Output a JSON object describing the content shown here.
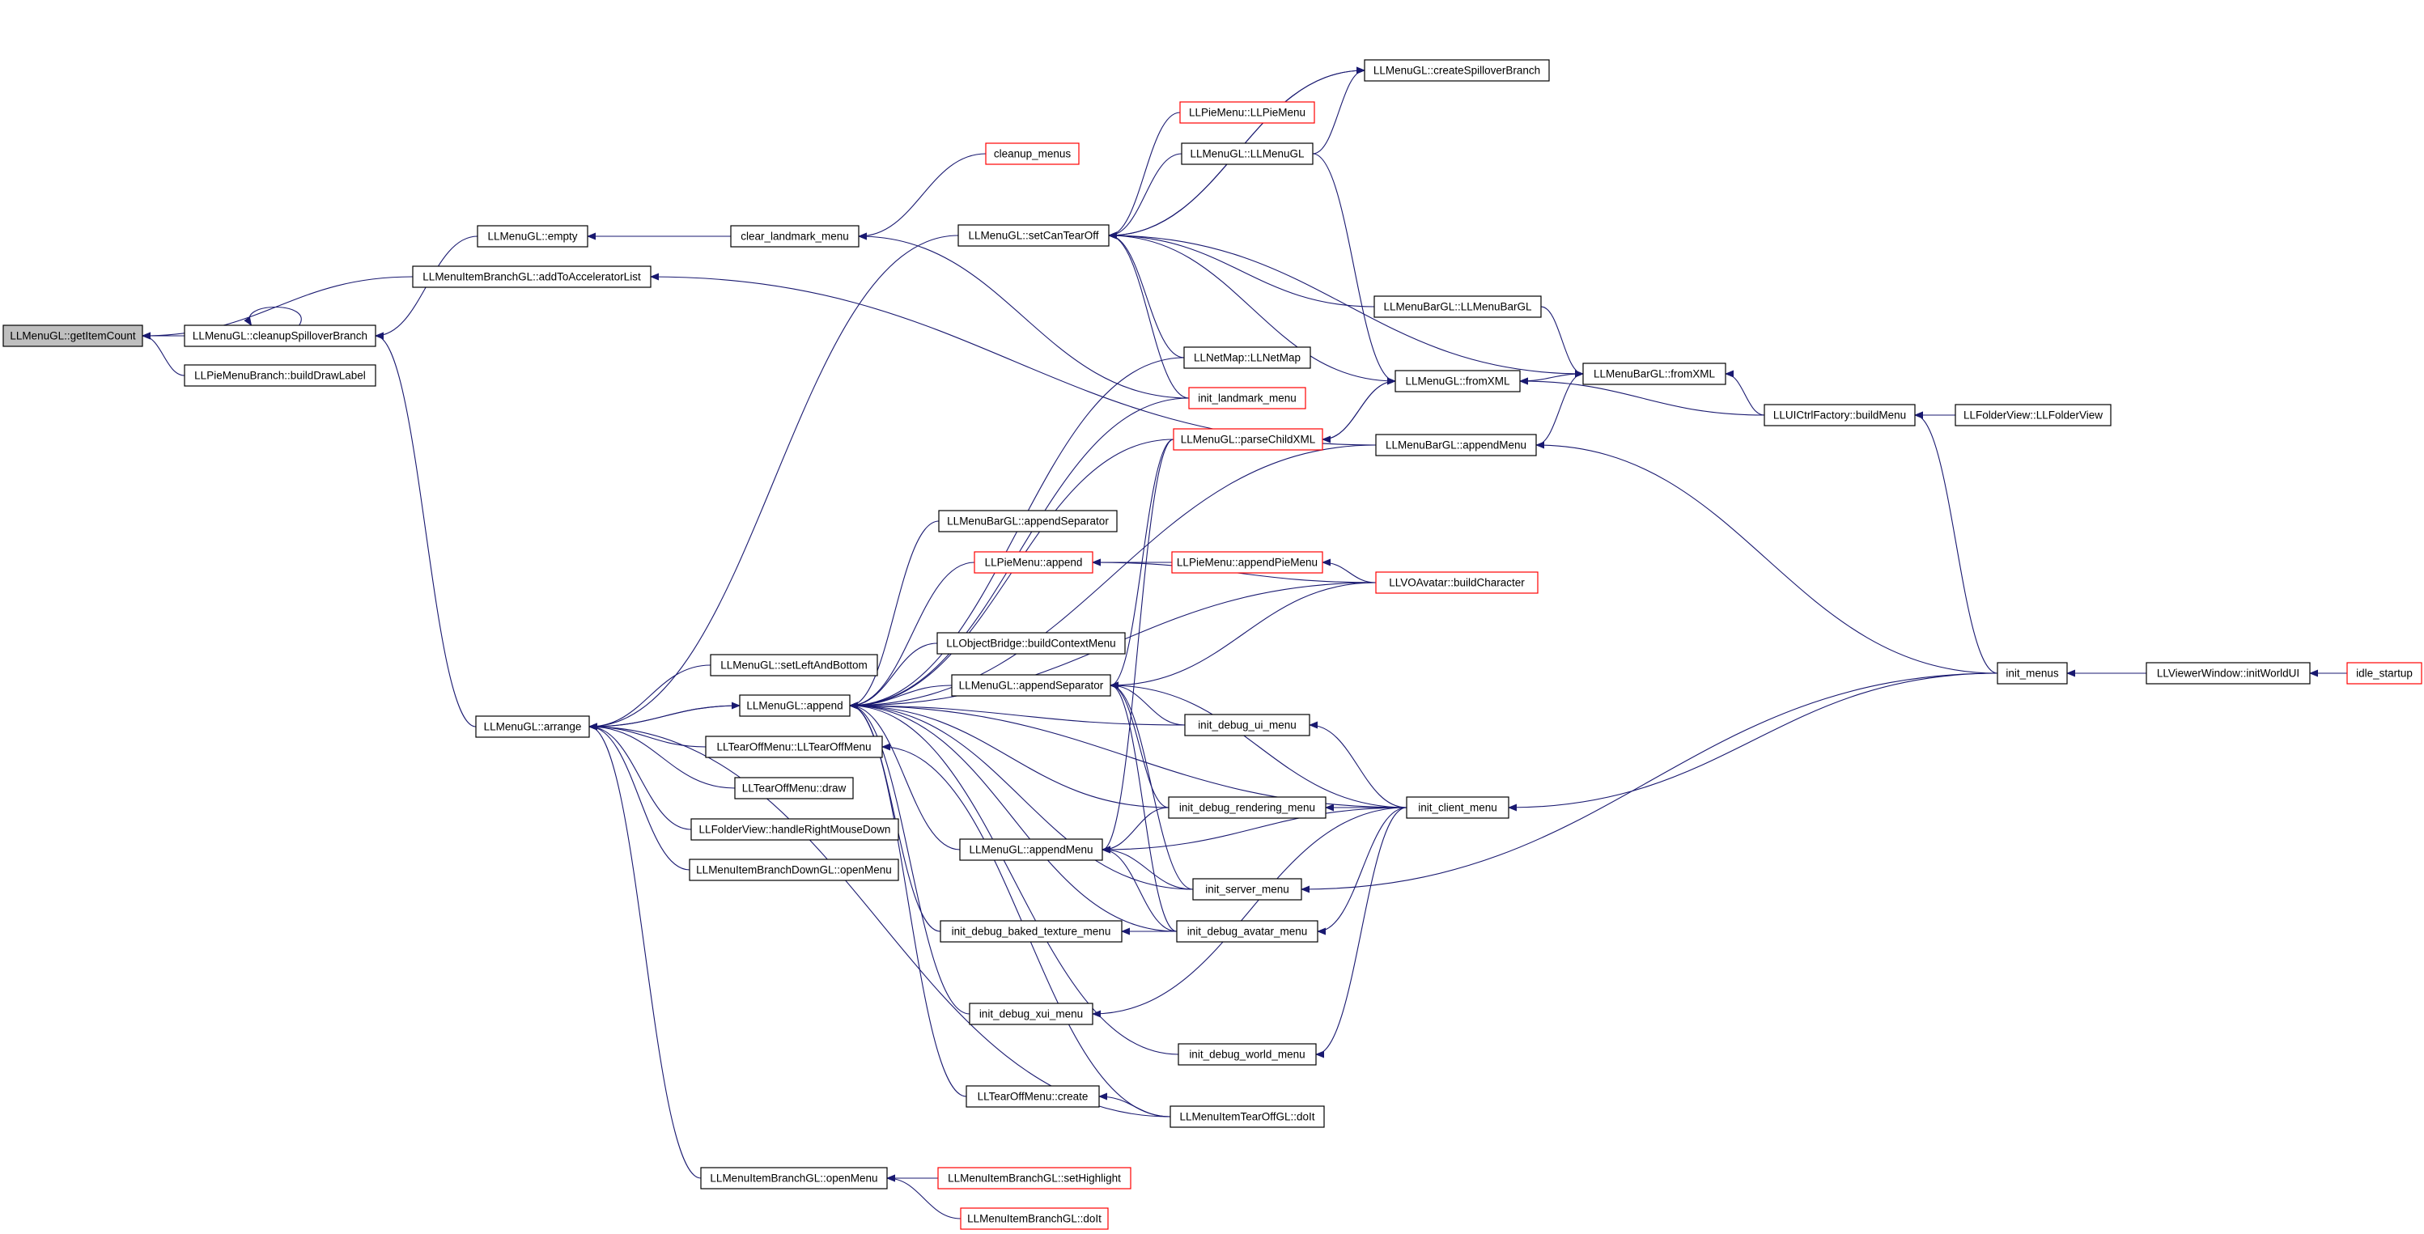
{
  "graph": {
    "edge_color": "#191970",
    "root_fill": "#bfbfbf",
    "external_border": "#ff0000",
    "nodes": [
      {
        "id": "getItemCount",
        "label": "LLMenuGL::getItemCount",
        "root": true
      },
      {
        "id": "cleanupSpilloverBranch",
        "label": "LLMenuGL::cleanupSpilloverBranch"
      },
      {
        "id": "buildDrawLabel",
        "label": "LLPieMenuBranch::buildDrawLabel"
      },
      {
        "id": "addToAcceleratorList",
        "label": "LLMenuItemBranchGL::addToAcceleratorList"
      },
      {
        "id": "empty",
        "label": "LLMenuGL::empty"
      },
      {
        "id": "clear_landmark_menu",
        "label": "clear_landmark_menu"
      },
      {
        "id": "cleanup_menus",
        "label": "cleanup_menus",
        "red": true
      },
      {
        "id": "arrange",
        "label": "LLMenuGL::arrange"
      },
      {
        "id": "setLeftAndBottom",
        "label": "LLMenuGL::setLeftAndBottom"
      },
      {
        "id": "append",
        "label": "LLMenuGL::append"
      },
      {
        "id": "LLTearOffMenu",
        "label": "LLTearOffMenu::LLTearOffMenu"
      },
      {
        "id": "tearoff_draw",
        "label": "LLTearOffMenu::draw"
      },
      {
        "id": "handleRightMouseDown",
        "label": "LLFolderView::handleRightMouseDown"
      },
      {
        "id": "branchDown_openMenu",
        "label": "LLMenuItemBranchDownGL::openMenu"
      },
      {
        "id": "branch_openMenu",
        "label": "LLMenuItemBranchGL::openMenu"
      },
      {
        "id": "setHighlight",
        "label": "LLMenuItemBranchGL::setHighlight",
        "red": true
      },
      {
        "id": "branch_doIt",
        "label": "LLMenuItemBranchGL::doIt",
        "red": true
      },
      {
        "id": "createSpilloverBranch",
        "label": "LLMenuGL::createSpilloverBranch"
      },
      {
        "id": "LLPieMenu_ctor",
        "label": "LLPieMenu::LLPieMenu",
        "red": true
      },
      {
        "id": "LLMenuGL_ctor",
        "label": "LLMenuGL::LLMenuGL"
      },
      {
        "id": "setCanTearOff",
        "label": "LLMenuGL::setCanTearOff"
      },
      {
        "id": "LLNetMap",
        "label": "LLNetMap::LLNetMap"
      },
      {
        "id": "init_landmark_menu",
        "label": "init_landmark_menu",
        "red": true
      },
      {
        "id": "parseChildXML",
        "label": "LLMenuGL::parseChildXML",
        "red": true
      },
      {
        "id": "appendSeparator_bar",
        "label": "LLMenuBarGL::appendSeparator"
      },
      {
        "id": "pie_append",
        "label": "LLPieMenu::append",
        "red": true
      },
      {
        "id": "buildContextMenu",
        "label": "LLObjectBridge::buildContextMenu"
      },
      {
        "id": "appendSeparator",
        "label": "LLMenuGL::appendSeparator"
      },
      {
        "id": "appendMenu",
        "label": "LLMenuGL::appendMenu"
      },
      {
        "id": "init_debug_baked",
        "label": "init_debug_baked_texture_menu"
      },
      {
        "id": "init_debug_xui",
        "label": "init_debug_xui_menu"
      },
      {
        "id": "tearoff_create",
        "label": "LLTearOffMenu::create"
      },
      {
        "id": "appendPieMenu",
        "label": "LLPieMenu::appendPieMenu",
        "red": true
      },
      {
        "id": "init_debug_ui",
        "label": "init_debug_ui_menu"
      },
      {
        "id": "init_debug_rendering",
        "label": "init_debug_rendering_menu"
      },
      {
        "id": "init_server_menu",
        "label": "init_server_menu"
      },
      {
        "id": "init_debug_avatar",
        "label": "init_debug_avatar_menu"
      },
      {
        "id": "init_debug_world",
        "label": "init_debug_world_menu"
      },
      {
        "id": "tearoff_doIt",
        "label": "LLMenuItemTearOffGL::doIt"
      },
      {
        "id": "LLMenuBarGL_ctor",
        "label": "LLMenuBarGL::LLMenuBarGL"
      },
      {
        "id": "fromXML",
        "label": "LLMenuGL::fromXML"
      },
      {
        "id": "bar_appendMenu",
        "label": "LLMenuBarGL::appendMenu"
      },
      {
        "id": "buildCharacter",
        "label": "LLVOAvatar::buildCharacter",
        "red": true
      },
      {
        "id": "init_client_menu",
        "label": "init_client_menu"
      },
      {
        "id": "bar_fromXML",
        "label": "LLMenuBarGL::fromXML"
      },
      {
        "id": "buildMenu",
        "label": "LLUICtrlFactory::buildMenu"
      },
      {
        "id": "LLFolderView",
        "label": "LLFolderView::LLFolderView"
      },
      {
        "id": "init_menus",
        "label": "init_menus"
      },
      {
        "id": "initWorldUI",
        "label": "LLViewerWindow::initWorldUI"
      },
      {
        "id": "idle_startup",
        "label": "idle_startup",
        "red": true
      }
    ],
    "edges": [
      [
        "cleanupSpilloverBranch",
        "getItemCount"
      ],
      [
        "buildDrawLabel",
        "getItemCount"
      ],
      [
        "addToAcceleratorList",
        "getItemCount"
      ],
      [
        "cleanupSpilloverBranch",
        "cleanupSpilloverBranch"
      ],
      [
        "empty",
        "cleanupSpilloverBranch"
      ],
      [
        "arrange",
        "cleanupSpilloverBranch"
      ],
      [
        "clear_landmark_menu",
        "empty"
      ],
      [
        "cleanup_menus",
        "clear_landmark_menu"
      ],
      [
        "init_landmark_menu",
        "clear_landmark_menu"
      ],
      [
        "setLeftAndBottom",
        "arrange"
      ],
      [
        "append",
        "arrange"
      ],
      [
        "LLTearOffMenu",
        "arrange"
      ],
      [
        "tearoff_draw",
        "arrange"
      ],
      [
        "handleRightMouseDown",
        "arrange"
      ],
      [
        "branchDown_openMenu",
        "arrange"
      ],
      [
        "branch_openMenu",
        "arrange"
      ],
      [
        "setCanTearOff",
        "arrange"
      ],
      [
        "tearoff_doIt",
        "arrange"
      ],
      [
        "arrange",
        "append"
      ],
      [
        "LLNetMap",
        "append"
      ],
      [
        "init_landmark_menu",
        "append"
      ],
      [
        "parseChildXML",
        "append"
      ],
      [
        "bar_appendMenu",
        "append"
      ],
      [
        "appendSeparator_bar",
        "append"
      ],
      [
        "pie_append",
        "append"
      ],
      [
        "buildContextMenu",
        "append"
      ],
      [
        "appendSeparator",
        "append"
      ],
      [
        "init_debug_ui",
        "append"
      ],
      [
        "init_client_menu",
        "append"
      ],
      [
        "init_debug_rendering",
        "append"
      ],
      [
        "appendMenu",
        "append"
      ],
      [
        "init_server_menu",
        "append"
      ],
      [
        "init_debug_baked",
        "append"
      ],
      [
        "init_debug_avatar",
        "append"
      ],
      [
        "init_debug_xui",
        "append"
      ],
      [
        "init_debug_world",
        "append"
      ],
      [
        "tearoff_create",
        "append"
      ],
      [
        "tearoff_doIt",
        "LLTearOffMenu"
      ],
      [
        "setHighlight",
        "branch_openMenu"
      ],
      [
        "branch_doIt",
        "branch_openMenu"
      ],
      [
        "bar_appendMenu",
        "addToAcceleratorList"
      ],
      [
        "setCanTearOff",
        "createSpilloverBranch"
      ],
      [
        "LLMenuGL_ctor",
        "createSpilloverBranch"
      ],
      [
        "createSpilloverBranch",
        "setCanTearOff"
      ],
      [
        "LLPieMenu_ctor",
        "setCanTearOff"
      ],
      [
        "LLMenuGL_ctor",
        "setCanTearOff"
      ],
      [
        "LLMenuBarGL_ctor",
        "setCanTearOff"
      ],
      [
        "fromXML",
        "setCanTearOff"
      ],
      [
        "bar_fromXML",
        "setCanTearOff"
      ],
      [
        "LLNetMap",
        "setCanTearOff"
      ],
      [
        "init_landmark_menu",
        "setCanTearOff"
      ],
      [
        "LLMenuGL_ctor",
        "fromXML"
      ],
      [
        "fromXML",
        "parseChildXML"
      ],
      [
        "parseChildXML",
        "fromXML"
      ],
      [
        "LLMenuBarGL_ctor",
        "bar_fromXML"
      ],
      [
        "buildMenu",
        "fromXML"
      ],
      [
        "bar_fromXML",
        "fromXML"
      ],
      [
        "bar_appendMenu",
        "bar_fromXML"
      ],
      [
        "buildMenu",
        "bar_fromXML"
      ],
      [
        "init_menus",
        "bar_appendMenu"
      ],
      [
        "LLFolderView",
        "buildMenu"
      ],
      [
        "init_menus",
        "buildMenu"
      ],
      [
        "initWorldUI",
        "init_menus"
      ],
      [
        "idle_startup",
        "initWorldUI"
      ],
      [
        "appendPieMenu",
        "pie_append"
      ],
      [
        "buildCharacter",
        "pie_append"
      ],
      [
        "buildCharacter",
        "appendPieMenu"
      ],
      [
        "buildCharacter",
        "append"
      ],
      [
        "init_debug_ui",
        "appendSeparator"
      ],
      [
        "init_client_menu",
        "appendSeparator"
      ],
      [
        "init_debug_rendering",
        "appendSeparator"
      ],
      [
        "init_server_menu",
        "appendSeparator"
      ],
      [
        "init_debug_avatar",
        "appendSeparator"
      ],
      [
        "parseChildXML",
        "appendSeparator"
      ],
      [
        "buildCharacter",
        "appendSeparator"
      ],
      [
        "init_debug_rendering",
        "appendMenu"
      ],
      [
        "init_client_menu",
        "appendMenu"
      ],
      [
        "init_server_menu",
        "appendMenu"
      ],
      [
        "init_debug_avatar",
        "appendMenu"
      ],
      [
        "parseChildXML",
        "appendMenu"
      ],
      [
        "init_debug_avatar",
        "init_debug_baked"
      ],
      [
        "init_client_menu",
        "init_debug_ui"
      ],
      [
        "init_client_menu",
        "init_debug_rendering"
      ],
      [
        "init_client_menu",
        "init_debug_avatar"
      ],
      [
        "init_client_menu",
        "init_debug_xui"
      ],
      [
        "init_client_menu",
        "init_debug_world"
      ],
      [
        "init_menus",
        "init_client_menu"
      ],
      [
        "init_menus",
        "init_server_menu"
      ],
      [
        "tearoff_doIt",
        "tearoff_create"
      ]
    ]
  }
}
